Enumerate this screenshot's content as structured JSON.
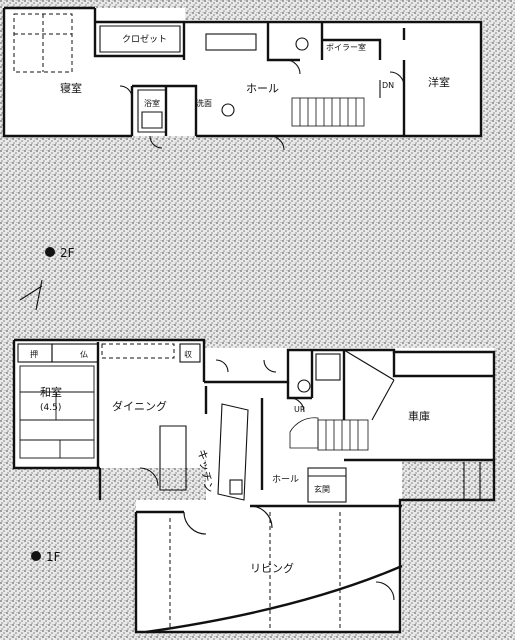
{
  "floor_2f": {
    "label": "2F",
    "rooms": {
      "master_bedroom": "寝室",
      "closet": "クロゼット",
      "hall": "ホール",
      "boiler_room": "ボイラー室",
      "western_room": "洋室",
      "bathroom": "浴室",
      "washroom": "洗面",
      "down_mark": "DN"
    }
  },
  "floor_1f": {
    "label": "1F",
    "rooms": {
      "japanese_room": "和室",
      "japanese_room_size": "(4.5)",
      "oshiire": "押",
      "butsudan": "仏",
      "storage_small": "収",
      "dining": "ダイニング",
      "kitchen": "キッチン",
      "hall": "ホール",
      "entrance": "玄関",
      "garage": "車庫",
      "living": "リビング",
      "up_mark": "UP"
    }
  },
  "colors": {
    "background_texture": "#e8e8e8",
    "wall": "#111111",
    "room_fill": "#ffffff"
  }
}
